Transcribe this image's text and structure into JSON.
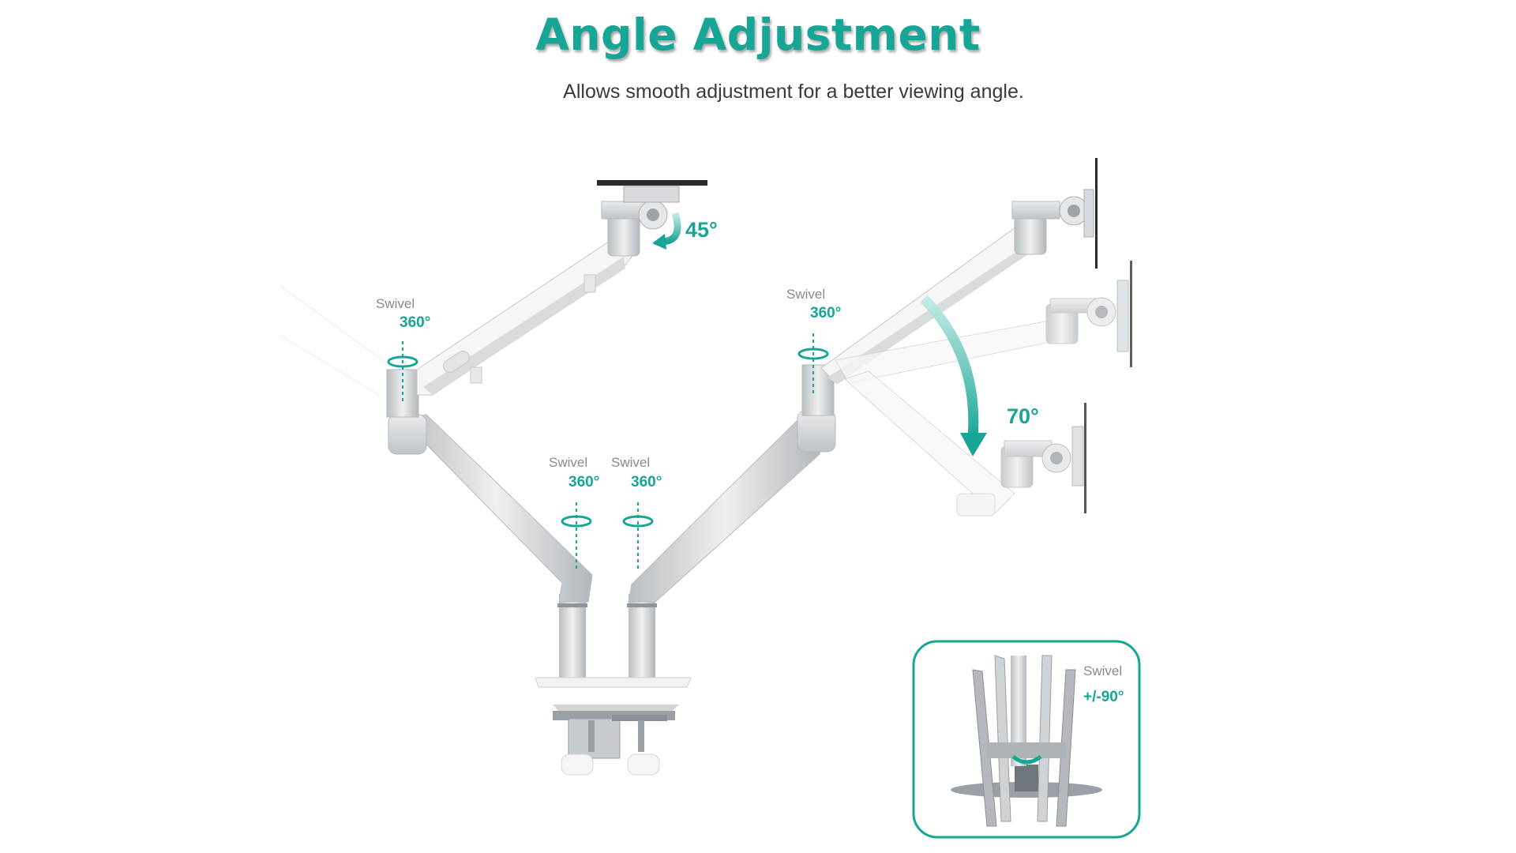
{
  "header": {
    "title": "Angle Adjustment",
    "subtitle": "Allows smooth adjustment for a better viewing angle."
  },
  "callouts": {
    "left_arm_swivel": {
      "label": "Swivel",
      "value": "360°"
    },
    "tilt_left": {
      "value": "45°"
    },
    "center_left_swivel": {
      "label": "Swivel",
      "value": "360°"
    },
    "center_right_swivel": {
      "label": "Swivel",
      "value": "360°"
    },
    "right_arm_swivel": {
      "label": "Swivel",
      "value": "360°"
    },
    "tilt_right": {
      "value": "70°"
    },
    "inset_swivel": {
      "label": "Swivel",
      "value": "+/-90°"
    }
  },
  "colors": {
    "accent": "#17a596",
    "arm_silver": "#cfd3d6",
    "arm_white": "#f4f4f4",
    "text": "#3a3a3a"
  }
}
